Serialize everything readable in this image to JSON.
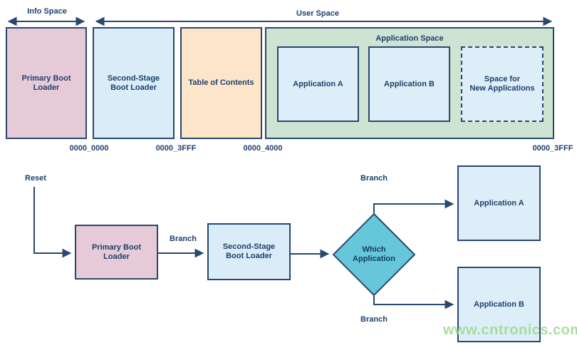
{
  "memory_map": {
    "info_space_label": "Info Space",
    "user_space_label": "User Space",
    "application_space_label": "Application Space",
    "blocks": [
      {
        "label": "Primary Boot\nLoader",
        "fill": "#e7cad7"
      },
      {
        "label": "Second-Stage\nBoot Loader",
        "fill": "#d9ecf7"
      },
      {
        "label": "Table of Contents",
        "fill": "#fde5ca"
      },
      {
        "label": "Application A",
        "fill": "#ddeef8"
      },
      {
        "label": "Application B",
        "fill": "#ddeef8"
      },
      {
        "label": "Space for\nNew Applications",
        "fill": "#ddeef8",
        "border": "dashed"
      }
    ],
    "addresses": [
      "0000_0000",
      "0000_3FFF",
      "0000_4000",
      "0000_3FFF"
    ]
  },
  "flowchart": {
    "reset_label": "Reset",
    "branch_labels": [
      "Branch",
      "Branch",
      "Branch"
    ],
    "nodes": [
      {
        "label": "Primary Boot\nLoader",
        "type": "process",
        "fill": "#e7cad7"
      },
      {
        "label": "Second-Stage\nBoot Loader",
        "type": "process",
        "fill": "#d9ecf7"
      },
      {
        "label": "Which\nApplication",
        "type": "decision",
        "fill": "#66c7da"
      },
      {
        "label": "Application A",
        "type": "process",
        "fill": "#ddeef8"
      },
      {
        "label": "Application B",
        "type": "process",
        "fill": "#ddeef8"
      }
    ]
  },
  "watermark": "www.cntronics.com",
  "colors": {
    "navy_line": "#28486f",
    "navy_text": "#1d406e",
    "pink": "#e7cad7",
    "light_blue": "#d9ecf7",
    "peach": "#fde5ca",
    "green": "#cfe3d3",
    "inner_blue": "#ddeef8",
    "diamond_teal": "#66c7da",
    "watermark_green": "#9bd98f"
  }
}
